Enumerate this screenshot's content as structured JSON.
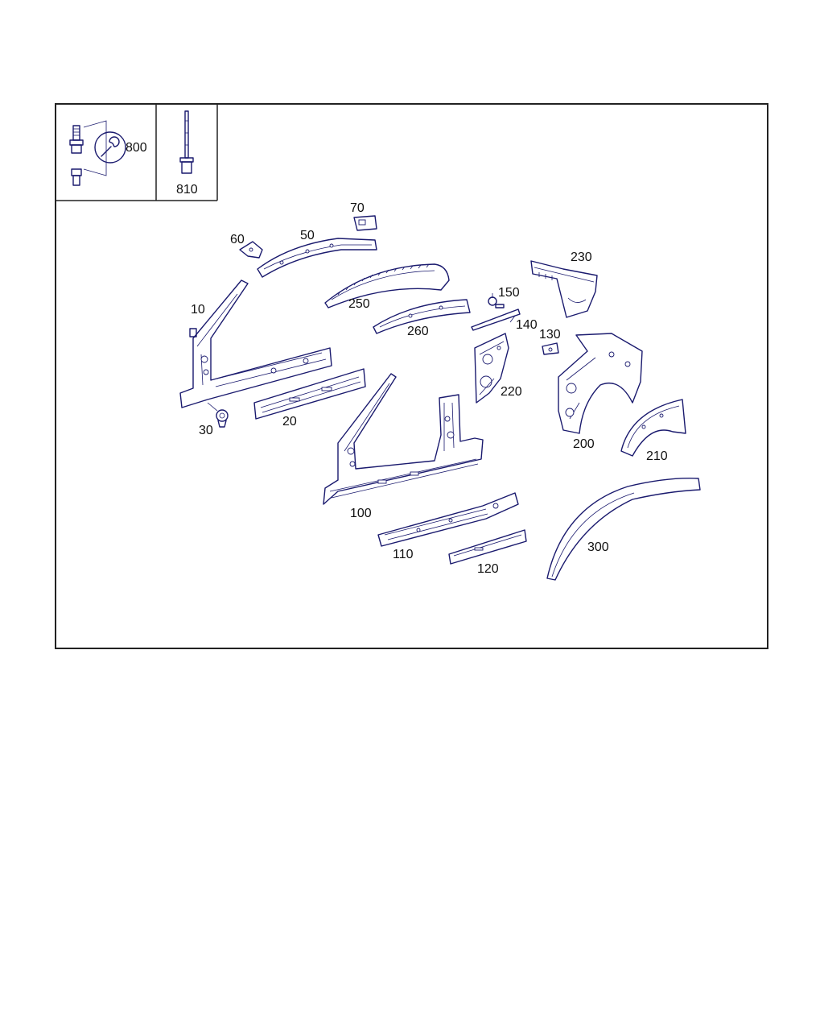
{
  "inset": {
    "labels": {
      "wrench_part": "800",
      "rivet_part": "810"
    }
  },
  "parts": [
    {
      "key": "p10",
      "label": "10"
    },
    {
      "key": "p20",
      "label": "20"
    },
    {
      "key": "p30",
      "label": "30"
    },
    {
      "key": "p50",
      "label": "50"
    },
    {
      "key": "p60",
      "label": "60"
    },
    {
      "key": "p70",
      "label": "70"
    },
    {
      "key": "p100",
      "label": "100"
    },
    {
      "key": "p110",
      "label": "110"
    },
    {
      "key": "p120",
      "label": "120"
    },
    {
      "key": "p130",
      "label": "130"
    },
    {
      "key": "p140",
      "label": "140"
    },
    {
      "key": "p150",
      "label": "150"
    },
    {
      "key": "p200",
      "label": "200"
    },
    {
      "key": "p210",
      "label": "210"
    },
    {
      "key": "p220",
      "label": "220"
    },
    {
      "key": "p230",
      "label": "230"
    },
    {
      "key": "p250",
      "label": "250"
    },
    {
      "key": "p260",
      "label": "260"
    },
    {
      "key": "p300",
      "label": "300"
    }
  ],
  "colors": {
    "line": "#1a1a6e",
    "frame": "#222222"
  }
}
